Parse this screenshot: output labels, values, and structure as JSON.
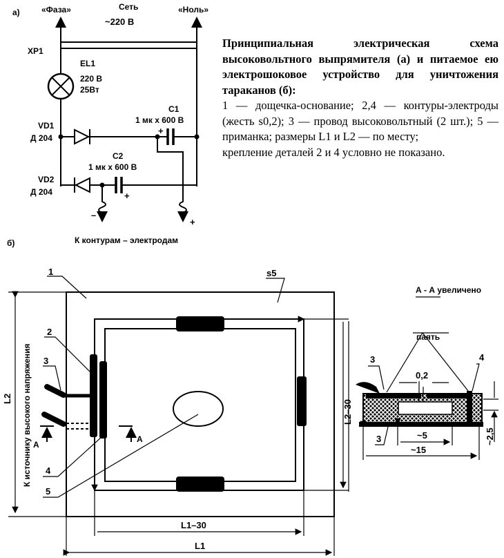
{
  "circuit": {
    "panel_label": "а)",
    "phase": "«Фаза»",
    "neutral": "«Ноль»",
    "mains": "Сеть",
    "mains_voltage": "~220 В",
    "xp1": "XP1",
    "el1": "EL1",
    "el1_voltage": "220 В",
    "el1_power": "25Вт",
    "vd1": "VD1",
    "vd1_type": "Д 204",
    "vd2": "VD2",
    "vd2_type": "Д 204",
    "c1": "C1",
    "c1_value": "1 мк х 600 В",
    "c2": "C2",
    "c2_value": "1 мк х 600 В",
    "plus": "+",
    "minus": "–",
    "output_label": "К  контурам – электродам"
  },
  "caption": {
    "title": "Принципиальная электрическая схема высоковольтного выпрямителя (а) и питаемое ею электрошоковое устройство для уничтожения тараканов (б):",
    "body": "1 — дощечка-основание;  2,4 — контуры-электроды (жесть s0,2); 3 — провод высоковольтный (2 шт.); 5 — приманка; размеры L1 и L2 — по месту;",
    "note": "крепление деталей 2 и 4 условно не показано."
  },
  "device": {
    "panel_label": "б)",
    "part1": "1",
    "part2": "2",
    "part3": "3",
    "part4": "4",
    "part5": "5",
    "thickness": "s5",
    "section_mark": "А",
    "source_label": "К источнику высокого напряжения",
    "dim_l2": "L2",
    "dim_l2_30": "L2–30",
    "dim_l1_30": "L1–30",
    "dim_l1": "L1"
  },
  "section": {
    "title": "А - А увеличено",
    "solder": "паять",
    "part3_top": "3",
    "part3_bottom": "3",
    "part4": "4",
    "gap": "0,2",
    "width_inner": "~5",
    "width_total": "~15",
    "height": "~2,5"
  }
}
